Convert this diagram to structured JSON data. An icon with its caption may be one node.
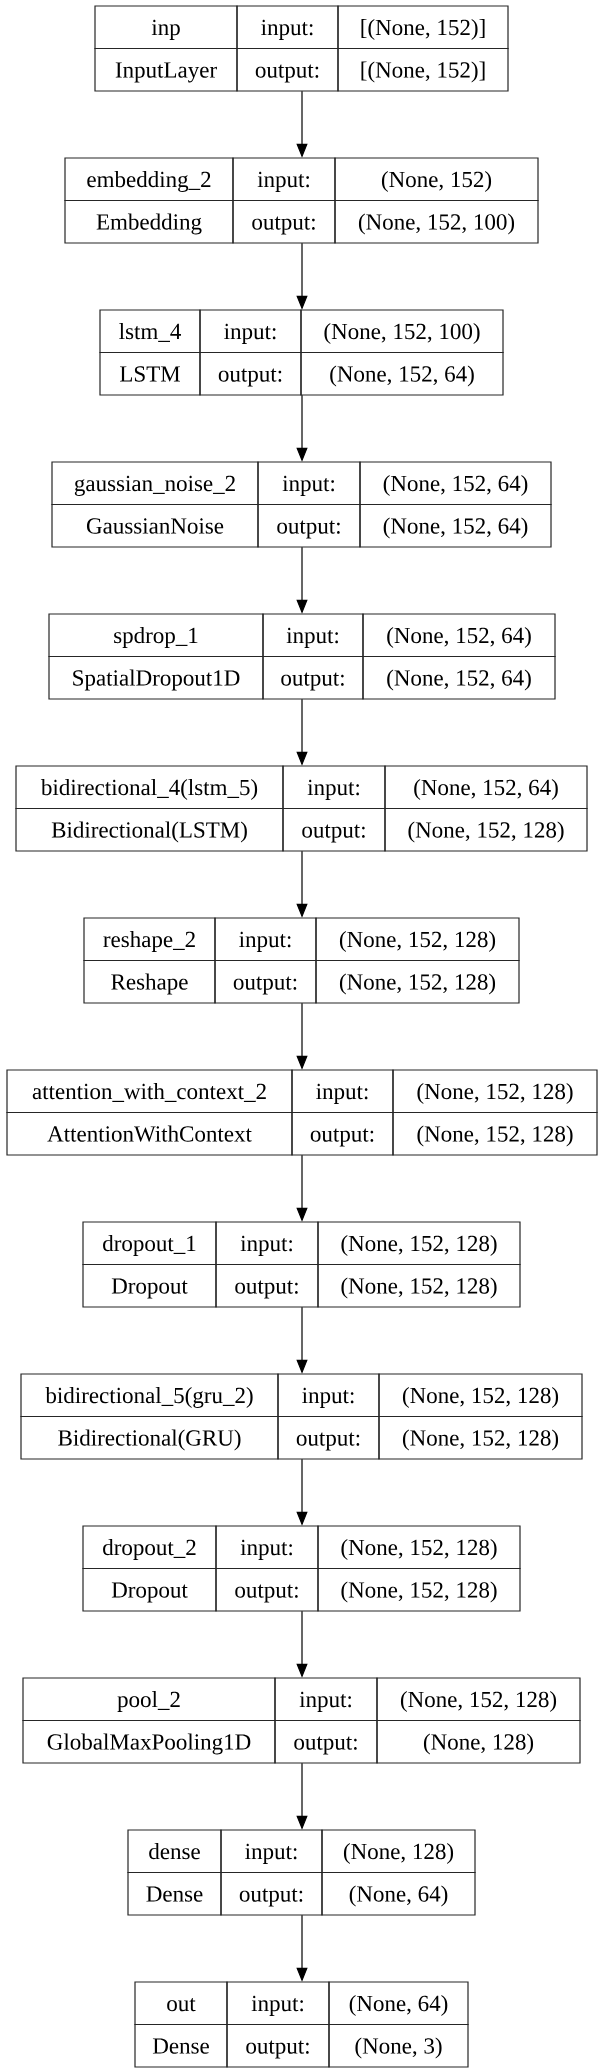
{
  "diagram": {
    "nodes": [
      {
        "text": [
          "inp",
          "input:",
          "[(None, 152)]",
          "InputLayer",
          "output:",
          "[(None, 152)]"
        ]
      },
      {
        "text": [
          "embedding_2",
          "input:",
          "(None, 152)",
          "Embedding",
          "output:",
          "(None, 152, 100)"
        ]
      },
      {
        "text": [
          "lstm_4",
          "input:",
          "(None, 152, 100)",
          "LSTM",
          "output:",
          "(None, 152, 64)"
        ]
      },
      {
        "text": [
          "gaussian_noise_2",
          "input:",
          "(None, 152, 64)",
          "GaussianNoise",
          "output:",
          "(None, 152, 64)"
        ]
      },
      {
        "text": [
          "spdrop_1",
          "input:",
          "(None, 152, 64)",
          "SpatialDropout1D",
          "output:",
          "(None, 152, 64)"
        ]
      },
      {
        "text": [
          "bidirectional_4(lstm_5)",
          "input:",
          "(None, 152, 64)",
          "Bidirectional(LSTM)",
          "output:",
          "(None, 152, 128)"
        ]
      },
      {
        "text": [
          "reshape_2",
          "input:",
          "(None, 152, 128)",
          "Reshape",
          "output:",
          "(None, 152, 128)"
        ]
      },
      {
        "text": [
          "attention_with_context_2",
          "input:",
          "(None, 152, 128)",
          "AttentionWithContext",
          "output:",
          "(None, 152, 128)"
        ]
      },
      {
        "text": [
          "dropout_1",
          "input:",
          "(None, 152, 128)",
          "Dropout",
          "output:",
          "(None, 152, 128)"
        ]
      },
      {
        "text": [
          "bidirectional_5(gru_2)",
          "input:",
          "(None, 152, 128)",
          "Bidirectional(GRU)",
          "output:",
          "(None, 152, 128)"
        ]
      },
      {
        "text": [
          "dropout_2",
          "input:",
          "(None, 152, 128)",
          "Dropout",
          "output:",
          "(None, 152, 128)"
        ]
      },
      {
        "text": [
          "pool_2",
          "input:",
          "(None, 152, 128)",
          "GlobalMaxPooling1D",
          "output:",
          "(None, 128)"
        ]
      },
      {
        "text": [
          "dense",
          "input:",
          "(None, 128)",
          "Dense",
          "output:",
          "(None, 64)"
        ]
      },
      {
        "text": [
          "out",
          "input:",
          "(None, 64)",
          "Dense",
          "output:",
          "(None, 3)"
        ]
      }
    ],
    "edges": [
      {
        "from": 0,
        "to": 1,
        "arrow": "to"
      },
      {
        "from": 1,
        "to": 2,
        "arrow": "to"
      },
      {
        "from": 2,
        "to": 3,
        "arrow": "to"
      },
      {
        "from": 3,
        "to": 4,
        "arrow": "to"
      },
      {
        "from": 4,
        "to": 5,
        "arrow": "to"
      },
      {
        "from": 5,
        "to": 6,
        "arrow": "to"
      },
      {
        "from": 6,
        "to": 7,
        "arrow": "to"
      },
      {
        "from": 7,
        "to": 8,
        "arrow": "to"
      },
      {
        "from": 8,
        "to": 9,
        "arrow": "to"
      },
      {
        "from": 9,
        "to": 10,
        "arrow": "to"
      },
      {
        "from": 10,
        "to": 11,
        "arrow": "to"
      },
      {
        "from": 11,
        "to": 12,
        "arrow": "to"
      },
      {
        "from": 12,
        "to": 13,
        "arrow": "to"
      }
    ]
  }
}
